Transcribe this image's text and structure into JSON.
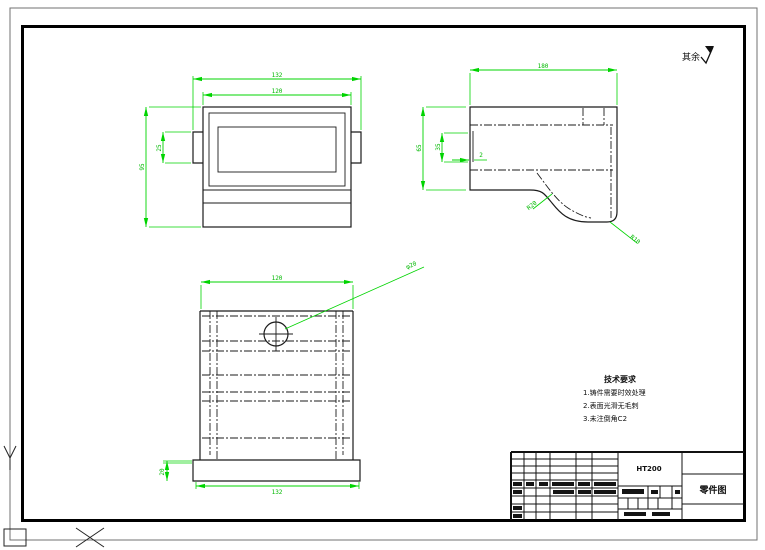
{
  "colors": {
    "dimension_green": "#00d400",
    "geometry_black": "#1b1b1b",
    "background": "#ffffff"
  },
  "corner_note": {
    "label": "其余",
    "symbol": "surface-roughness-check"
  },
  "front_view": {
    "dim_overall_width": "132",
    "dim_body_width": "120",
    "dim_height": "95",
    "dim_tab_height": "25"
  },
  "side_view": {
    "dim_width": "180",
    "dim_height": "65",
    "dim_notch_height": "35",
    "dim_plate_thickness": "2",
    "radius_label_1": "R20",
    "radius_label_2": "R10"
  },
  "bottom_view": {
    "dim_body_width": "120",
    "dim_base_width": "132",
    "dim_base_height": "20",
    "hole_label": "φ20"
  },
  "tech_req": {
    "title": "技术要求",
    "line1": "1.铸件需要时效处理",
    "line2": "2.表面光滑无毛刺",
    "line3": "3.未注倒角C2"
  },
  "title_block": {
    "material": "HT200",
    "drawing_title": "零件图"
  }
}
